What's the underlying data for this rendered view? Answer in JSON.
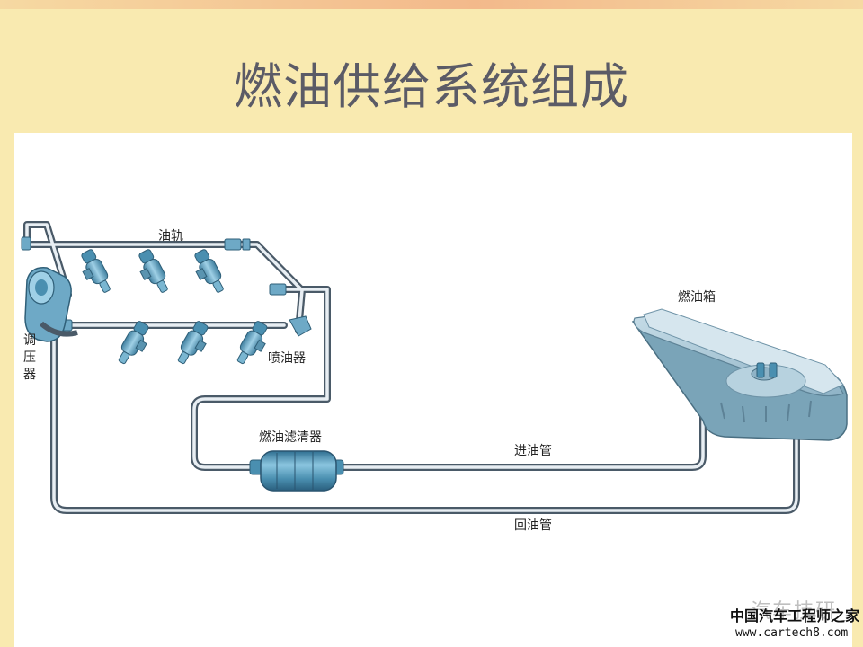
{
  "slide": {
    "title": "燃油供给系统组成"
  },
  "diagram": {
    "labels": {
      "rail": "油轨",
      "regulator": "调压器",
      "injector": "喷油器",
      "tank": "燃油箱",
      "filter": "燃油滤清器",
      "supply_line": "进油管",
      "return_line": "回油管"
    }
  },
  "watermark": {
    "account": "汽车技研",
    "brand": "中国汽车工程师之家",
    "url": "www.cartech8.com"
  },
  "colors": {
    "background": "#f9eab0",
    "panel": "#ffffff",
    "pipe_outline": "#4a5a68",
    "pipe_fill": "#e8eef3",
    "component": "#6ea9c6",
    "component_dark": "#3f7f9f",
    "title_text": "#5b5b66"
  }
}
